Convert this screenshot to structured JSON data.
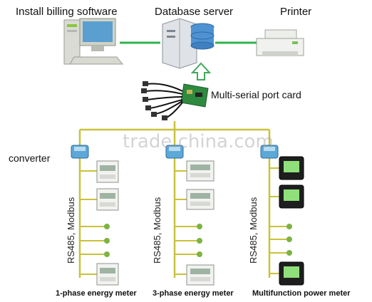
{
  "labels": {
    "billing": "Install billing software",
    "database": "Database server",
    "printer": "Printer",
    "card": "Multi-serial port card",
    "converter": "converter",
    "bus": "RS485, Modbus",
    "meter1": "1-phase energy meter",
    "meter3": "3-phase energy meter",
    "multifunction": "Multifunction power meter"
  },
  "watermark": "trade.china.com",
  "colors": {
    "link_green": "#2cb54a",
    "bus_yellow": "#c9c23a",
    "arrow_green": "#3fa85a"
  },
  "icons": [
    "computer-icon",
    "database-server-icon",
    "printer-icon",
    "serial-card-icon",
    "converter-icon",
    "energy-meter-icon",
    "power-meter-icon"
  ]
}
